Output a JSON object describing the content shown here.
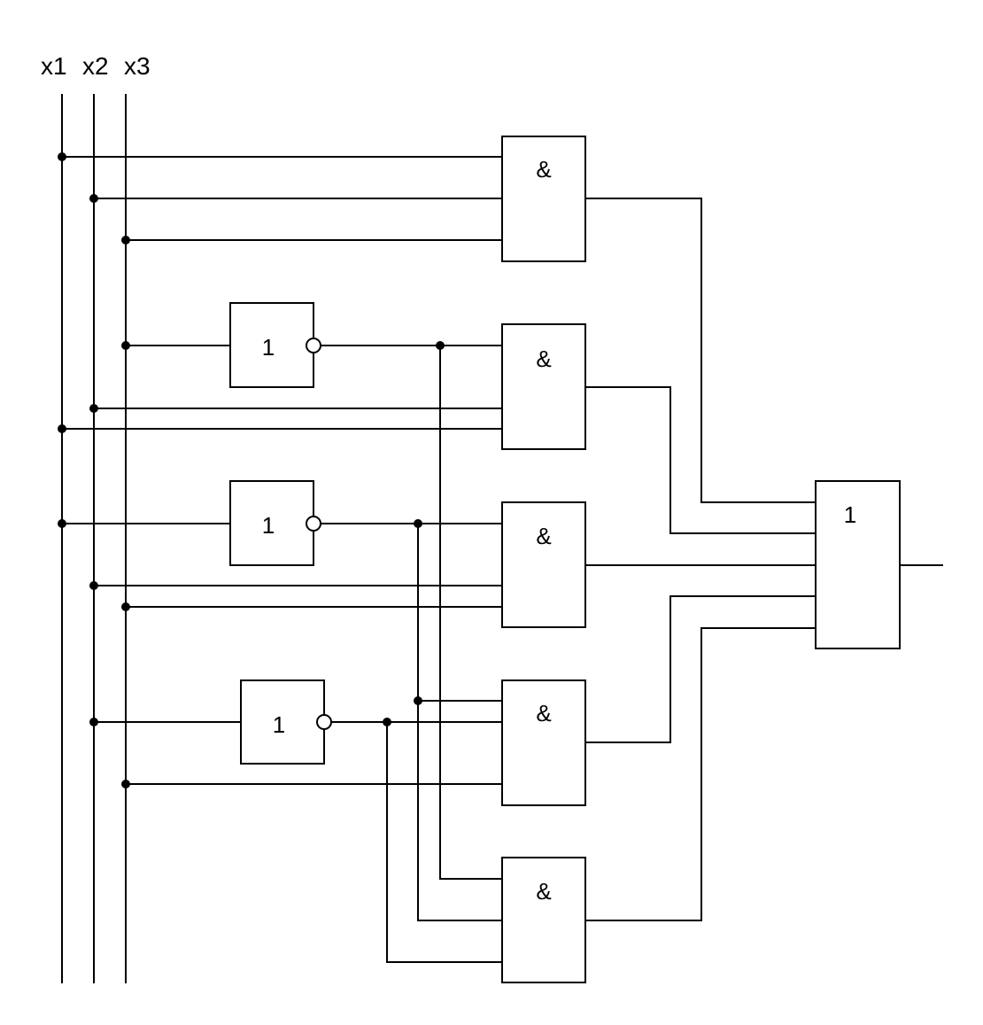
{
  "inputs": [
    "x1",
    "x2",
    "x3"
  ],
  "gates": {
    "and_symbol": "&",
    "or_symbol": "1",
    "not_symbol": "1"
  }
}
